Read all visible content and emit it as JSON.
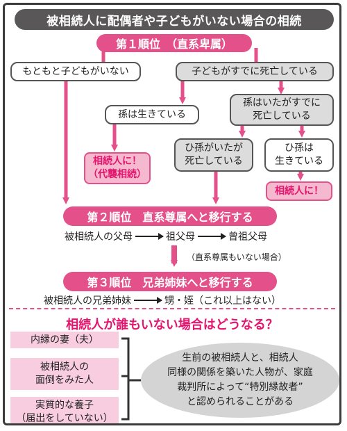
{
  "title": "被相続人に配偶者や子どもがいない場合の相続",
  "rank1": {
    "label": "第１順位　（直系卑属）"
  },
  "boxes": {
    "no_children": "もともと子どもがいない",
    "child_died": "子どもがすでに死亡している",
    "grandchild_alive": "孫は生きている",
    "grandchild_died": "孫はいたがすでに\n死亡している",
    "great_grandchild_died": "ひ孫がいたが\n死亡している",
    "great_grandchild_alive": "ひ孫は\n生きている"
  },
  "heirs": {
    "grandchild_heir": "相続人に！\n（代襲相続）",
    "great_grandchild_heir": "相続人に！"
  },
  "rank2": {
    "label": "第２順位　直系尊属へと移行する",
    "chain": [
      "被相続人の父母",
      "祖父母",
      "曾祖父母"
    ],
    "note": "（直系尊属もいない場合）"
  },
  "rank3": {
    "label": "第３順位　兄弟姉妹へと移行する",
    "chain": [
      "被相続人の兄弟姉妹",
      "甥・姪（これ以上はない）"
    ]
  },
  "nobody": {
    "heading": "相続人が誰もいない場合はどうなる？",
    "tags": [
      "内縁の妻（夫）",
      "被相続人の\n面倒をみた人",
      "実質的な養子\n（届出をしていない）"
    ],
    "ellipse": "生前の被相続人と、相続人\n同様の関係を築いた人物が、家庭\n裁判所によって“特別縁故者”\nと認められることがある"
  },
  "colors": {
    "accent": "#e4508a",
    "accent_text": "#e4156e",
    "title_bg": "#595757",
    "gray_box": "#dcdcdc",
    "tag_bg": "#f8cde0",
    "ellipse_bg": "#d4d4d4"
  }
}
